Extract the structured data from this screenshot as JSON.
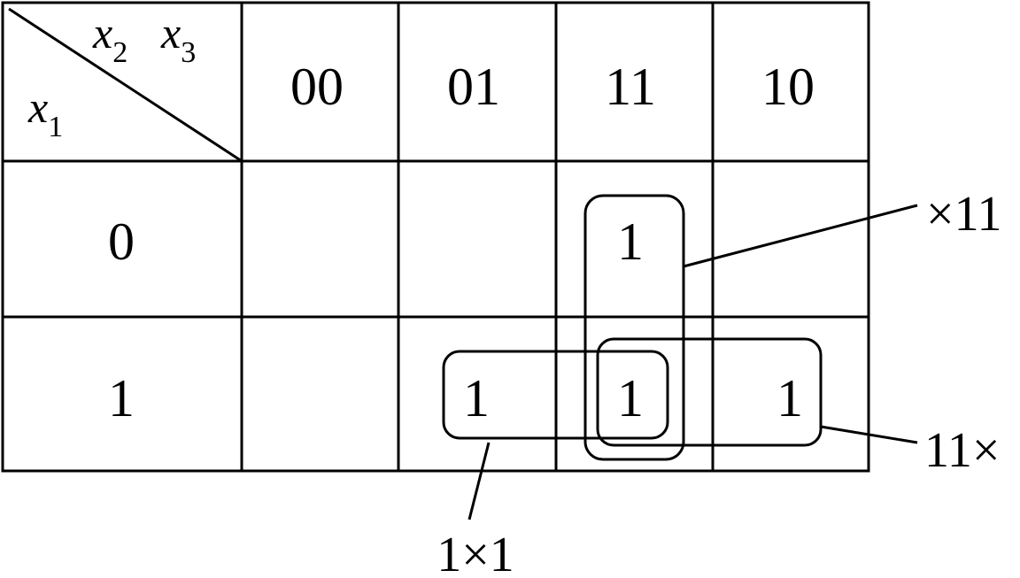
{
  "kmap": {
    "corner": {
      "col_var_1": "x",
      "col_var_1_sub": "2",
      "col_var_2": "x",
      "col_var_2_sub": "3",
      "row_var": "x",
      "row_var_sub": "1"
    },
    "col_headers": [
      "00",
      "01",
      "11",
      "10"
    ],
    "row_headers": [
      "0",
      "1"
    ],
    "cells": [
      [
        "",
        "",
        "1",
        ""
      ],
      [
        "",
        "1",
        "1",
        "1"
      ]
    ],
    "groups": [
      {
        "label": "×11"
      },
      {
        "label": "11×"
      },
      {
        "label": "1×1"
      }
    ]
  }
}
